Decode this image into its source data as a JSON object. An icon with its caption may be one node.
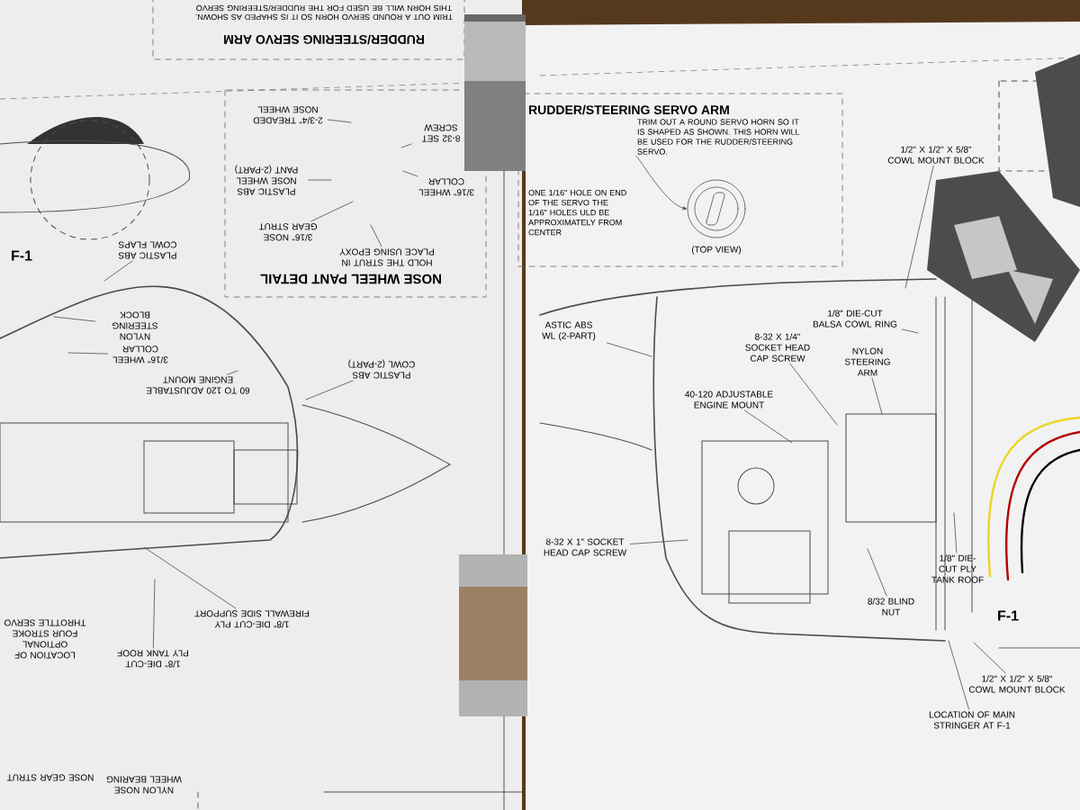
{
  "diagram": {
    "nodes": [
      {
        "text": [
          "RUDDER/STEERING SERVO ARM",
          "TRIM OUT A ROUND SERVO HORN SO IT IS SHAPED AS SHOWN. THIS HORN WILL BE USED FOR THE RUDDER/STEERING SERVO"
        ]
      },
      {
        "text": [
          "NOSE WHEEL PANT DETAIL"
        ]
      },
      {
        "text": [
          "2-3/4\" TREADED NOSE WHEEL"
        ],
        "in": 1
      },
      {
        "text": [
          "8-32 SET SCREW"
        ],
        "in": 1
      },
      {
        "text": [
          "3/16\" WHEEL COLLAR"
        ],
        "in": 1
      },
      {
        "text": [
          "PLASTIC ABS NOSE WHEEL PANT (2-PART)"
        ],
        "in": 1
      },
      {
        "text": [
          "3/16\" NOSE GEAR STRUT"
        ],
        "in": 1
      },
      {
        "text": [
          "HOLD THE STRUT IN PLACE USING EPOXY"
        ],
        "in": 1
      },
      {
        "text": [
          "PLASTIC ABS COWL FLAPS"
        ]
      },
      {
        "text": [
          "NYLON STEERING BLOCK"
        ]
      },
      {
        "text": [
          "3/16\" WHEEL COLLAR"
        ]
      },
      {
        "text": [
          "60 TO 120 ADJUSTABLE ENGINE MOUNT"
        ]
      },
      {
        "text": [
          "PLASTIC ABS COWL (2-PART)"
        ]
      },
      {
        "text": [
          "1/8\" DIE-CUT PLY FIREWALL SIDE SUPPORT"
        ]
      },
      {
        "text": [
          "1/8\" DIE-CUT PLY TANK ROOF"
        ]
      },
      {
        "text": [
          "RUDDER/STEERING SERVO ARM",
          "ONE 1/16\" HOLE ON END OF THE SERVO THE 1/16\" HOLES ULD BE APPROXIMATELY FROM CENTER"
        ]
      },
      {
        "text": [
          "(TOP VIEW)"
        ],
        "in": 15
      },
      {
        "text": [
          "1/2\" X 1/2\" X 5/8\" COWL MOUNT BLOCK"
        ]
      },
      {
        "text": [
          "ASTIC ABS WL (2-PART)"
        ]
      },
      {
        "text": [
          "1/8\" DIE-CUT BALSA COWL RING"
        ]
      },
      {
        "text": [
          "8-32 X 1/4\" SOCKET HEAD CAP SCREW"
        ]
      },
      {
        "text": [
          "NYLON STEERING ARM"
        ]
      },
      {
        "text": [
          "40-120 ADJUSTABLE ENGINE MOUNT"
        ]
      },
      {
        "text": [
          "8-32 X 1\" SOCKET HEAD CAP SCREW"
        ]
      },
      {
        "text": [
          "1/8\" DIE-CUT PLY TANK ROOF"
        ]
      },
      {
        "text": [
          "8/32 BLIND NUT"
        ]
      },
      {
        "text": [
          "1/2\" X 1/2\" X 5/8\" COWL MOUNT BLOCK"
        ]
      },
      {
        "text": [
          "LOCATION OF MAIN STRINGER AT F-1"
        ]
      },
      {
        "text": [
          "TRIM OUT A ROUND SERVO HORN SO IT IS SHAPED AS SHOWN. THIS HORN WILL BE USED FOR THE RUDDER/STEERING SERVO."
        ],
        "in": 15
      }
    ],
    "edges": [
      {
        "from": 2,
        "to": null,
        "arrow": "none"
      },
      {
        "from": 3,
        "to": null,
        "arrow": "none"
      },
      {
        "from": 4,
        "to": null,
        "arrow": "none"
      },
      {
        "from": 5,
        "to": null,
        "arrow": "none"
      },
      {
        "from": 6,
        "to": null,
        "arrow": "none"
      },
      {
        "from": 7,
        "to": null,
        "arrow": "none"
      },
      {
        "from": 8,
        "to": null,
        "arrow": "none"
      },
      {
        "from": 9,
        "to": null,
        "arrow": "none"
      },
      {
        "from": 10,
        "to": null,
        "arrow": "none"
      },
      {
        "from": 11,
        "to": null,
        "arrow": "none"
      },
      {
        "from": 12,
        "to": null,
        "arrow": "none"
      },
      {
        "from": 13,
        "to": null,
        "arrow": "none"
      },
      {
        "from": 14,
        "to": null,
        "arrow": "none"
      },
      {
        "from": 28,
        "to": 16,
        "arrow": "to"
      },
      {
        "from": 17,
        "to": null,
        "arrow": "none"
      },
      {
        "from": 18,
        "to": null,
        "arrow": "none"
      },
      {
        "from": 19,
        "to": null,
        "arrow": "none"
      },
      {
        "from": 20,
        "to": null,
        "arrow": "none"
      },
      {
        "from": 21,
        "to": null,
        "arrow": "none"
      },
      {
        "from": 22,
        "to": null,
        "arrow": "none"
      },
      {
        "from": 23,
        "to": null,
        "arrow": "none"
      },
      {
        "from": 24,
        "to": null,
        "arrow": "none"
      },
      {
        "from": 25,
        "to": null,
        "arrow": "none"
      },
      {
        "from": 26,
        "to": null,
        "arrow": "none"
      },
      {
        "from": 27,
        "to": null,
        "arrow": "none"
      }
    ],
    "labels": [
      "F-1",
      "LOCATION OF OPTIONAL FOUR STROKE THROTTLE SERVO",
      "NOSE GEAR STRUT",
      "NYLON NOSE WHEEL BEARING",
      "F-1"
    ]
  }
}
